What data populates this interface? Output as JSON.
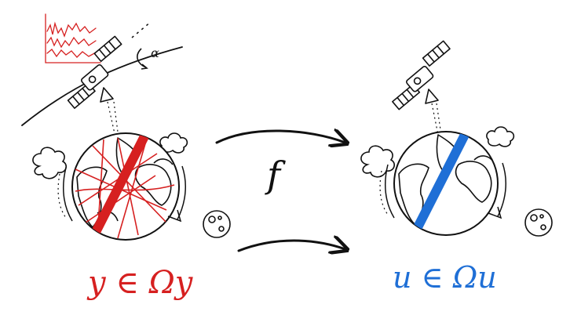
{
  "labels": {
    "left": "y ∈ Ωy",
    "right": "u ∈ Ωu",
    "map": "f",
    "angle": "α"
  },
  "colors": {
    "ink": "#111111",
    "observation": "#d62020",
    "target": "#1f6fd6"
  },
  "icons": [
    "satellite-icon",
    "earth-icon",
    "moon-icon",
    "cloud-icon",
    "time-series-icon"
  ]
}
